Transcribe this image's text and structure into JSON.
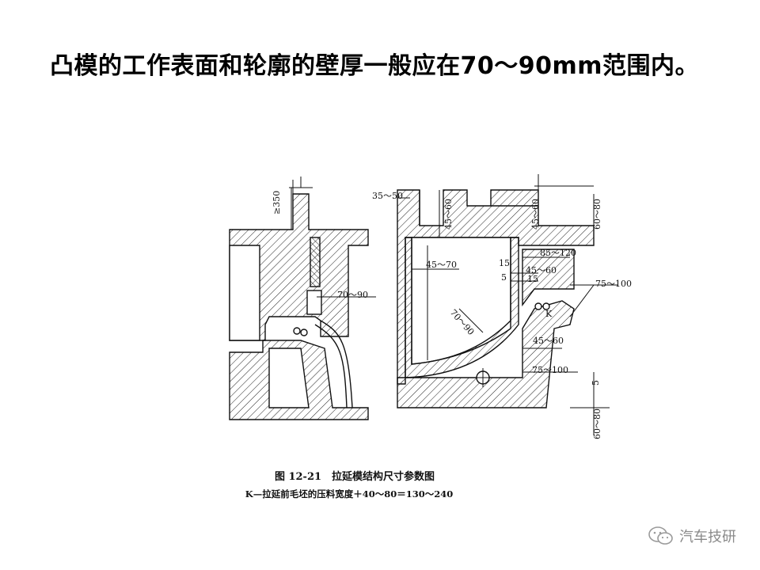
{
  "slide": {
    "title": "凸模的工作表面和轮廓的壁厚一般应在70～90mm范围内。"
  },
  "figure": {
    "caption": "图 12-21　拉延模结构尺寸参数图",
    "note": "K—拉延前毛坯的压料宽度＋40～80＝130～240",
    "labels": {
      "d350": "≥350",
      "d70_90_left": "70～90",
      "d35_50": "35～50",
      "d45_60_a": "45～60",
      "d45_60_b": "45～60",
      "d60_80_top": "60～80",
      "d45_70": "45～70",
      "d85_120": "85～120",
      "d15_a": "15",
      "d45_60_c": "45～60",
      "d5_a": "5",
      "d15_b": "15",
      "d75_100_a": "75～100",
      "k": "K",
      "d70_90_right": "70～90",
      "d45_60_d": "45～60",
      "d75_100_b": "75～100",
      "d5_b": "5",
      "d60_80_bottom": "60～80"
    }
  },
  "watermark": {
    "text": "汽车技研",
    "icon": "wechat-icon"
  }
}
